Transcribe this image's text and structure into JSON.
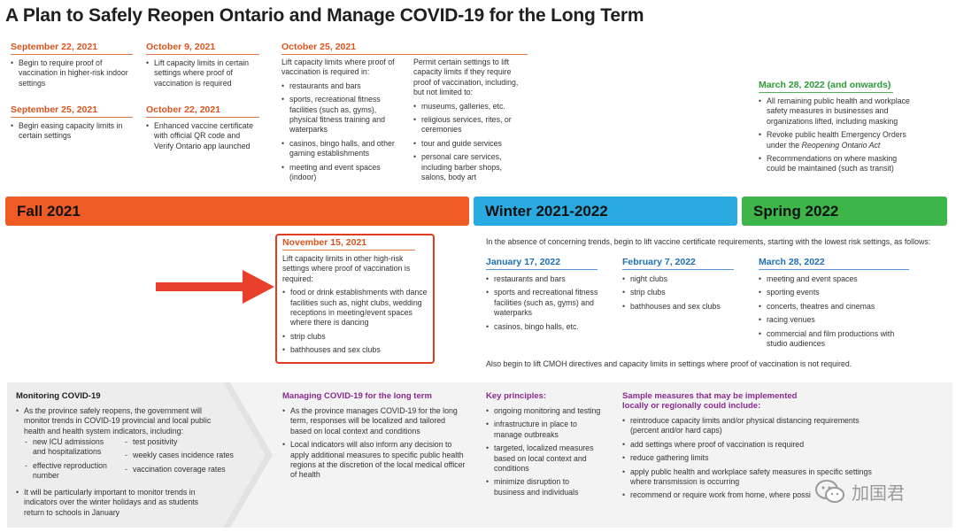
{
  "title": "A Plan to Safely Reopen Ontario and Manage COVID-19 for the Long Term",
  "sep22": {
    "date": "September 22, 2021",
    "items": [
      "Begin to require proof of vaccination in higher-risk indoor settings"
    ]
  },
  "sep25": {
    "date": "September 25, 2021",
    "items": [
      "Begin easing capacity limits in certain settings"
    ]
  },
  "oct9": {
    "date": "October 9, 2021",
    "items": [
      "Lift capacity limits in certain settings where proof of vaccination is required"
    ]
  },
  "oct22": {
    "date": "October 22, 2021",
    "items": [
      "Enhanced vaccine certificate with official QR code and Verify Ontario app launched"
    ]
  },
  "oct25": {
    "date": "October 25, 2021",
    "left_intro": "Lift capacity limits where proof of vaccination is required in:",
    "left_items": [
      "restaurants and bars",
      "sports, recreational fitness facilities (such as, gyms), physical fitness training and waterparks",
      "casinos, bingo halls, and other gaming establishments",
      "meeting and event spaces (indoor)"
    ],
    "right_intro": "Permit certain settings to lift capacity limits if they require proof of vaccination, including, but not limited to:",
    "right_items": [
      "museums, galleries, etc.",
      "religious services, rites, or ceremonies",
      "tour and guide services",
      "personal care services, including barber shops, salons, body art"
    ]
  },
  "mar28_top": {
    "date": "March 28, 2022 (and onwards)",
    "items": [
      "All remaining public health and workplace safety measures in businesses and organizations lifted, including masking",
      "Revoke public health Emergency Orders under the",
      "Recommendations on where masking could be maintained (such as transit)"
    ],
    "act": "Reopening Ontario Act"
  },
  "seasons": {
    "fall": "Fall 2021",
    "winter": "Winter 2021-2022",
    "spring": "Spring 2022"
  },
  "nov15": {
    "date": "November 15, 2021",
    "intro": "Lift capacity limits in other high-risk settings where proof of vaccination is required:",
    "items": [
      "food or drink establishments with dance facilities such as, night clubs, wedding receptions in meeting/event spaces where there is dancing",
      "strip clubs",
      "bathhouses and sex clubs"
    ]
  },
  "winter_intro": "In the absence of concerning trends, begin to lift vaccine certificate requirements, starting with the lowest risk settings, as follows:",
  "jan17": {
    "date": "January 17, 2022",
    "items": [
      "restaurants and bars",
      "sports and recreational fitness facilities (such as, gyms) and waterparks",
      "casinos, bingo halls, etc."
    ]
  },
  "feb7": {
    "date": "February 7, 2022",
    "items": [
      "night clubs",
      "strip clubs",
      "bathhouses and sex clubs"
    ]
  },
  "mar28_mid": {
    "date": "March 28, 2022",
    "items": [
      "meeting and event spaces",
      "sporting events",
      "concerts, theatres and cinemas",
      "racing venues",
      "commercial and film productions with studio audiences"
    ]
  },
  "winter_footer": "Also begin to lift CMOH directives and capacity limits in settings where proof of vaccination is not required.",
  "monitoring": {
    "title": "Monitoring COVID-19",
    "intro": "As the province safely reopens, the government will monitor trends in COVID-19 provincial and local public health and health system indicators, including:",
    "col1": [
      "new ICU admissions and hospitalizations",
      "effective reproduction number"
    ],
    "col2": [
      "test positivity",
      "weekly cases incidence rates",
      "vaccination coverage rates"
    ],
    "outro": "It will be particularly important to monitor trends in indicators over the winter holidays and as students return to schools in January"
  },
  "managing": {
    "title": "Managing COVID-19 for the long term",
    "items": [
      "As the province manages COVID-19 for the long term, responses will be localized and tailored based on local context and conditions",
      "Local indicators will also inform any decision to apply additional measures to specific public health regions at the discretion of the local medical officer of health"
    ]
  },
  "principles": {
    "title": "Key principles:",
    "items": [
      "ongoing monitoring and testing",
      "infrastructure in place to manage outbreaks",
      "targeted, localized measures based on local context and conditions",
      "minimize disruption to business and individuals"
    ]
  },
  "sample": {
    "title": "Sample measures that may be implemented locally or regionally could include:",
    "items": [
      "reintroduce capacity limits and/or physical distancing requirements (percent and/or hard caps)",
      "add settings where proof of vaccination is required",
      "reduce gathering limits",
      "apply public health and workplace safety measures in specific settings where transmission is occurring",
      "recommend or require work from home, where possi"
    ]
  },
  "watermark": "加国君",
  "colors": {
    "orange": "#ef5b24",
    "blue": "#29abe2",
    "green": "#3db548",
    "red": "#e13b20",
    "purple": "#8a2a8f"
  },
  "icons": {
    "arrow": "red-arrow-icon",
    "wechat": "wechat-icon"
  }
}
